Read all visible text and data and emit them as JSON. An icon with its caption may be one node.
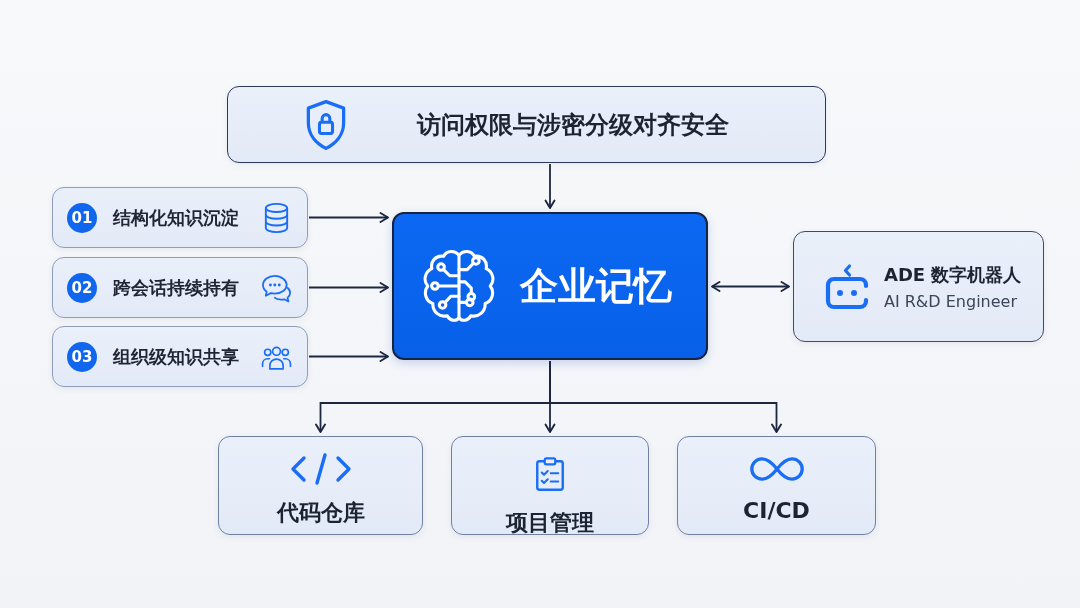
{
  "diagram": {
    "nodes": [
      {
        "text": [
          "访问权限与涉密分级对齐安全"
        ]
      },
      {
        "text": [
          "01",
          "结构化知识沉淀"
        ]
      },
      {
        "text": [
          "02",
          "跨会话持续持有"
        ]
      },
      {
        "text": [
          "03",
          "组织级知识共享"
        ]
      },
      {
        "text": [
          "企业记忆"
        ]
      },
      {
        "text": [
          "ADE 数字机器人",
          "AI R&D Engineer"
        ]
      },
      {
        "text": [
          "代码仓库"
        ]
      },
      {
        "text": [
          "项目管理"
        ]
      },
      {
        "text": [
          "CI/CD"
        ]
      }
    ],
    "edges": [
      {
        "from": 0,
        "to": 4,
        "arrow": "to"
      },
      {
        "from": 1,
        "to": 4,
        "arrow": "to"
      },
      {
        "from": 2,
        "to": 4,
        "arrow": "to"
      },
      {
        "from": 3,
        "to": 4,
        "arrow": "to"
      },
      {
        "from": 4,
        "to": 5,
        "arrow": "both"
      },
      {
        "from": 4,
        "to": 6,
        "arrow": "to"
      },
      {
        "from": 4,
        "to": 7,
        "arrow": "to"
      },
      {
        "from": 4,
        "to": 8,
        "arrow": "to"
      }
    ]
  }
}
